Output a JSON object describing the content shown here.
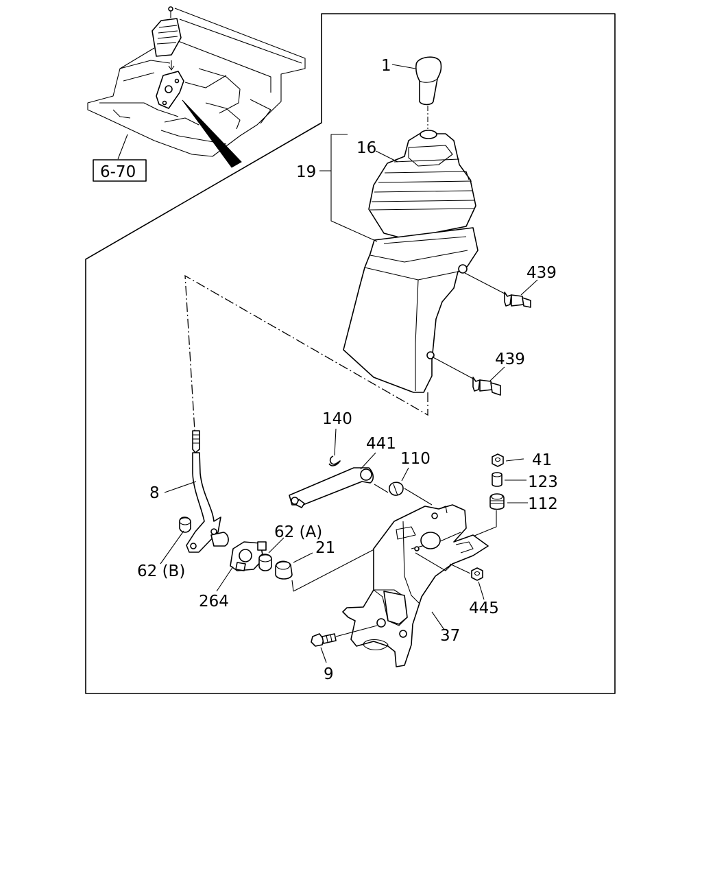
{
  "diagram": {
    "ref_box_label": "6-70",
    "callouts": {
      "knob": "1",
      "boot": "16",
      "cover_group": "19",
      "screw_upper": "439",
      "screw_lower": "439",
      "clip": "140",
      "arm": "441",
      "spring": "110",
      "nut_top": "41",
      "collar": "123",
      "bushing": "112",
      "lever": "8",
      "bush_a": "62 (A)",
      "bush_21": "21",
      "bush_b": "62 (B)",
      "plate": "264",
      "nut_445": "445",
      "bracket": "37",
      "bolt": "9"
    }
  }
}
